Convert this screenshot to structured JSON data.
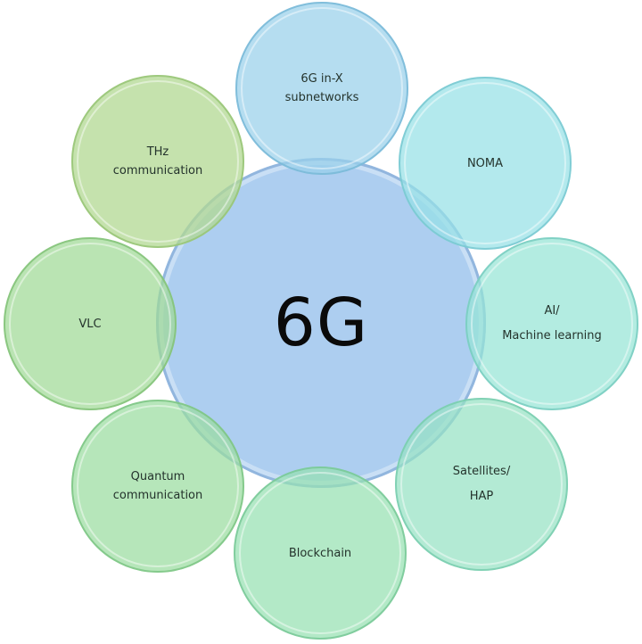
{
  "diagram": {
    "type": "radial-cluster",
    "center": {
      "label": "6G",
      "color": "#a9cbef",
      "border": "#8fb4dc"
    },
    "nodes": [
      {
        "id": "6g-in-x",
        "line1": "6G in-X",
        "line2": "subnetworks",
        "color": "#a8d9ee",
        "border": "#86c2dc"
      },
      {
        "id": "noma",
        "line1": "NOMA",
        "line2": "",
        "color": "#a7e6ea",
        "border": "#86d0d6"
      },
      {
        "id": "ai-ml",
        "line1": "AI/",
        "line2": "Machine learning",
        "color": "#a7e9df",
        "border": "#86d3c8"
      },
      {
        "id": "satellites-hap",
        "line1": "Satellites/",
        "line2": "HAP",
        "color": "#a6e8cd",
        "border": "#86d2b4"
      },
      {
        "id": "blockchain",
        "line1": "Blockchain",
        "line2": "",
        "color": "#a6e6bd",
        "border": "#86d0a2"
      },
      {
        "id": "quantum",
        "line1": "Quantum",
        "line2": "communication",
        "color": "#a8e3ad",
        "border": "#88cc8f"
      },
      {
        "id": "vlc",
        "line1": "VLC",
        "line2": "",
        "color": "#ade1a3",
        "border": "#8ecb85"
      },
      {
        "id": "thz",
        "line1": "THz",
        "line2": "communication",
        "color": "#bde0a1",
        "border": "#a0c983"
      }
    ]
  }
}
